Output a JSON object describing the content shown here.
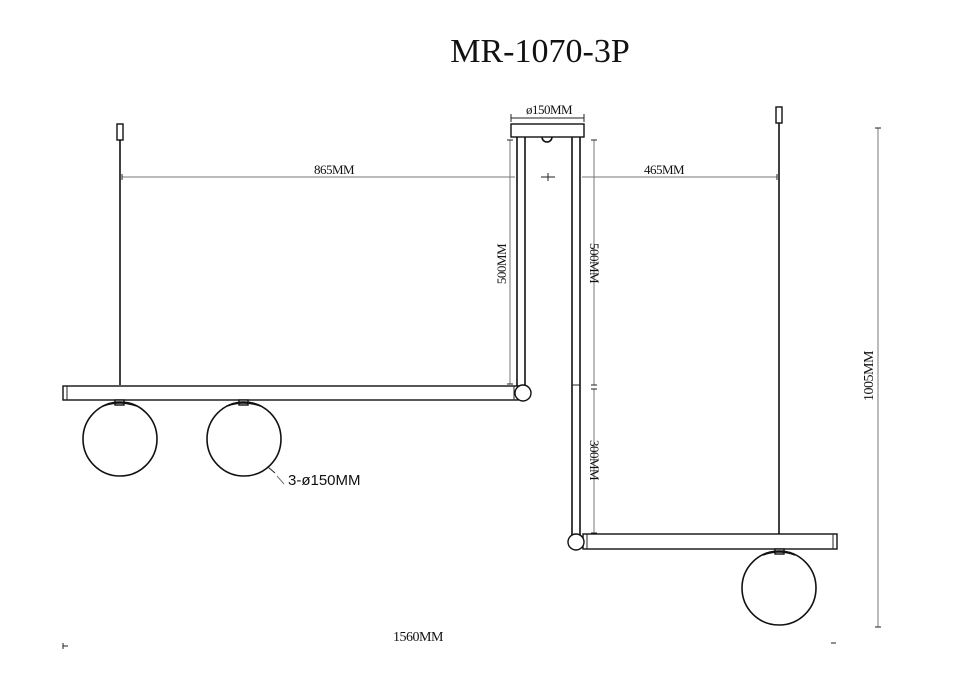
{
  "title": "MR-1070-3P",
  "dimensions": {
    "canopy_diameter": "ø150MM",
    "left_horizontal": "865MM",
    "right_horizontal": "465MM",
    "left_vertical_rod": "500MM",
    "right_vertical_rod_upper": "500MM",
    "right_vertical_rod_lower": "300MM",
    "total_height": "1005MM",
    "total_width": "1560MM"
  },
  "callouts": {
    "globe_spec": "3-ø150MM"
  },
  "components": {
    "globes_count": 3,
    "globe_diameter_mm": 150,
    "canopy_diameter_mm": 150
  }
}
